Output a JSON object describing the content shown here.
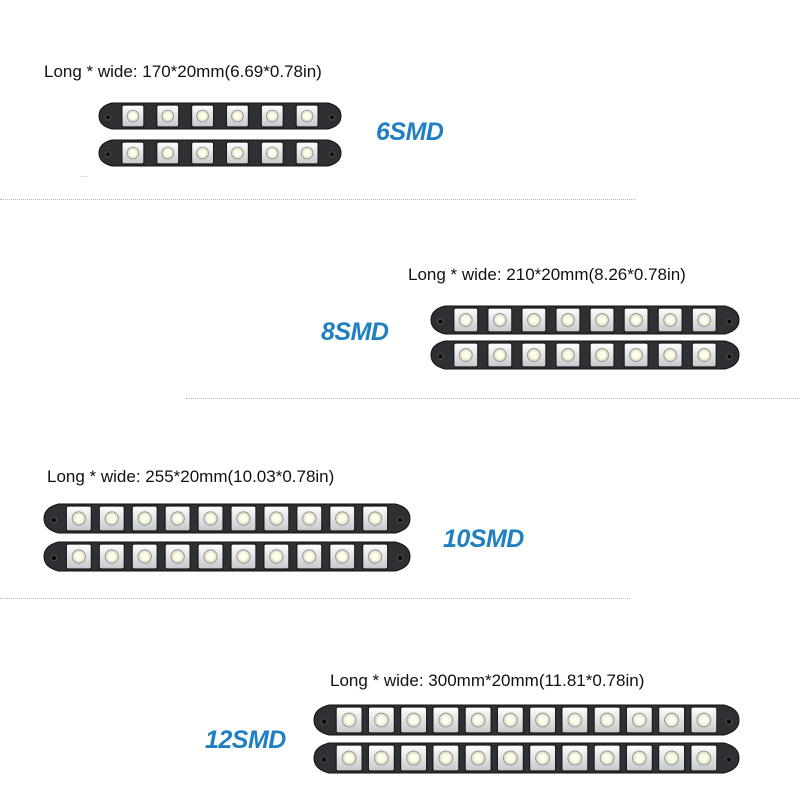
{
  "theme": {
    "model_color": "#1f7fc1",
    "housing_color": "#2e3034",
    "led_color": "#fffbe0"
  },
  "products": [
    {
      "dimension_label": "Long * wide: 170*20mm(6.69*0.78in)",
      "model_label": "6SMD",
      "led_count": 6
    },
    {
      "dimension_label": "Long * wide: 210*20mm(8.26*0.78in)",
      "model_label": "8SMD",
      "led_count": 8
    },
    {
      "dimension_label": "Long * wide: 255*20mm(10.03*0.78in)",
      "model_label": "10SMD",
      "led_count": 10
    },
    {
      "dimension_label": "Long * wide: 300mm*20mm(11.81*0.78in)",
      "model_label": "12SMD",
      "led_count": 12
    }
  ]
}
